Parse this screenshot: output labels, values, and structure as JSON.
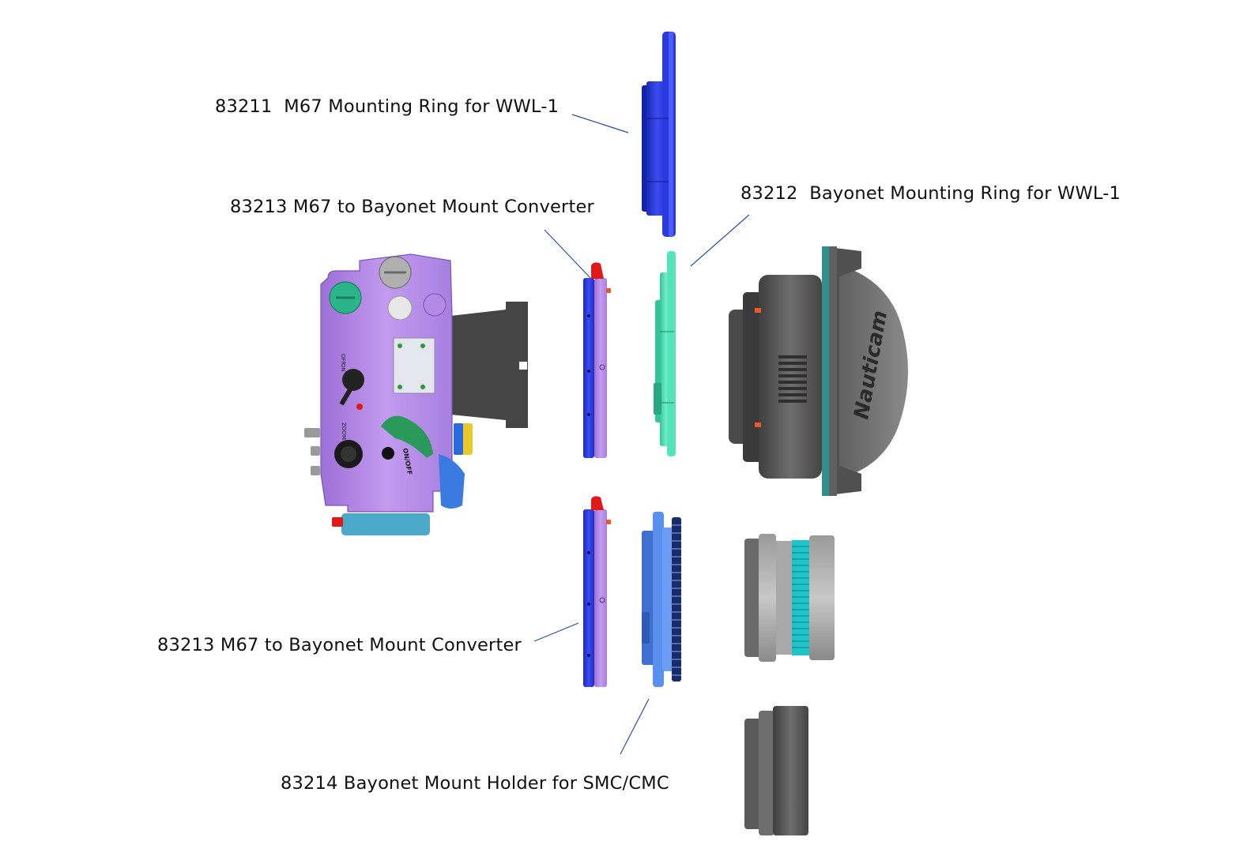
{
  "labels": {
    "m67_ring": "83211  M67 Mounting Ring for WWL-1",
    "converter_top": "83213 M67 to Bayonet Mount Converter",
    "bayonet_ring": "83212  Bayonet Mounting Ring for WWL-1",
    "converter_bottom": "83213 M67 to Bayonet Mount Converter",
    "holder": "83214 Bayonet Mount Holder for SMC/CMC"
  },
  "housing": {
    "switch_top_text": "OFF",
    "switch_bottom_text": "ON",
    "dial_text": "ZOOM",
    "power_text": "ON/OFF"
  },
  "lens": {
    "brand_logo": "Nauticam"
  },
  "colors": {
    "housing": "#b48ae6",
    "mount_ring": "#2b3bd8",
    "bayonet_ring": "#3fdcb0",
    "holder": "#4a7ee0",
    "lens": "#5a5a5a",
    "leader_line": "#2a4fa0"
  }
}
